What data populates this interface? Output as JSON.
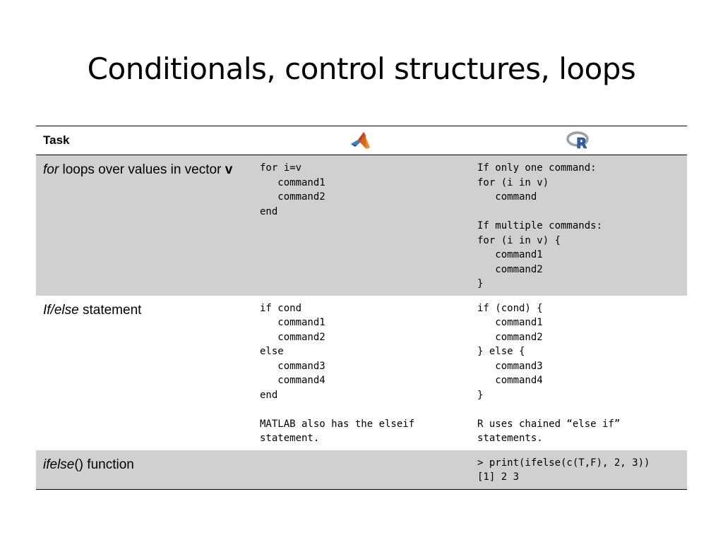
{
  "slide": {
    "title": "Conditionals, control structures, loops"
  },
  "table": {
    "header": {
      "task": "Task",
      "col2_icon": "matlab-logo-icon",
      "col3_icon": "r-logo-icon",
      "r_logo_letter": "R"
    },
    "rows": [
      {
        "task_italic": "for",
        "task_text": " loops over values in vector ",
        "task_bold": "v",
        "matlab_code": "for i=v\n   command1\n   command2\nend",
        "r_code": "If only one command:\nfor (i in v)\n   command\n\nIf multiple commands:\nfor (i in v) {\n   command1\n   command2\n}"
      },
      {
        "task_italic": "If/else",
        "task_text": " statement",
        "matlab_code": "if cond\n   command1\n   command2\nelse\n   command3\n   command4\nend\n\nMATLAB also has the elseif\nstatement.",
        "r_code": "if (cond) {\n   command1\n   command2\n} else {\n   command3\n   command4\n}\n\nR uses chained “else if”\nstatements."
      },
      {
        "task_italic": "ifelse",
        "task_text": "() function",
        "matlab_code": "",
        "r_code": "> print(ifelse(c(T,F), 2, 3))\n[1] 2 3"
      }
    ]
  },
  "colors": {
    "row_shade": "#d0d0d0",
    "rule": "#000000"
  }
}
